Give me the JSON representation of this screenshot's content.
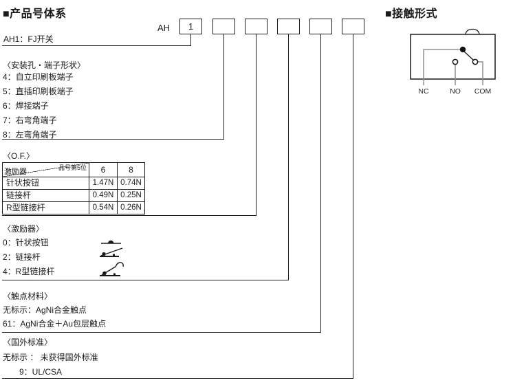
{
  "page": {
    "left_title": "■产品号体系",
    "right_title": "■接触形式"
  },
  "part_number": {
    "prefix": "AH",
    "digits": [
      "1",
      "",
      "",
      "",
      "",
      ""
    ],
    "base_label": "AH1：FJ开关"
  },
  "sections": {
    "terminal": {
      "header": "〈安装孔・端子形状〉",
      "items": [
        "4：自立印刷板端子",
        "5：直插印刷板端子",
        "6：焊接端子",
        "7：右弯角端子",
        "8：左弯角端子"
      ]
    },
    "of": {
      "header": "〈O.F.〉",
      "table": {
        "corner_top": "品号第5位",
        "corner_bottom": "激励器",
        "columns": [
          "6",
          "8"
        ],
        "rows": [
          {
            "label": "针状按钮",
            "values": [
              "1.47N",
              "0.74N"
            ]
          },
          {
            "label": "链接杆",
            "values": [
              "0.49N",
              "0.25N"
            ]
          },
          {
            "label": "R型链接杆",
            "values": [
              "0.54N",
              "0.26N"
            ]
          }
        ]
      }
    },
    "actuator": {
      "header": "〈激励器〉",
      "items": [
        {
          "label": "0：针状按钮",
          "icon": "pin-button-icon"
        },
        {
          "label": "2：链接杆",
          "icon": "lever-icon"
        },
        {
          "label": "4：R型链接杆",
          "icon": "r-lever-icon"
        }
      ]
    },
    "contact_material": {
      "header": "〈触点材料〉",
      "items": [
        "无标示：AgNi合金触点",
        "61：AgNi合金＋Au包层触点"
      ]
    },
    "foreign_standard": {
      "header": "〈国外标准〉",
      "items": [
        "无标示 ： 未获得国外标准",
        "9：UL/CSA"
      ]
    }
  },
  "contact_form": {
    "labels": [
      "NC",
      "NO",
      "COM"
    ]
  },
  "colors": {
    "line": "#1a1a1a",
    "gray_line": "#8f8f8f"
  }
}
